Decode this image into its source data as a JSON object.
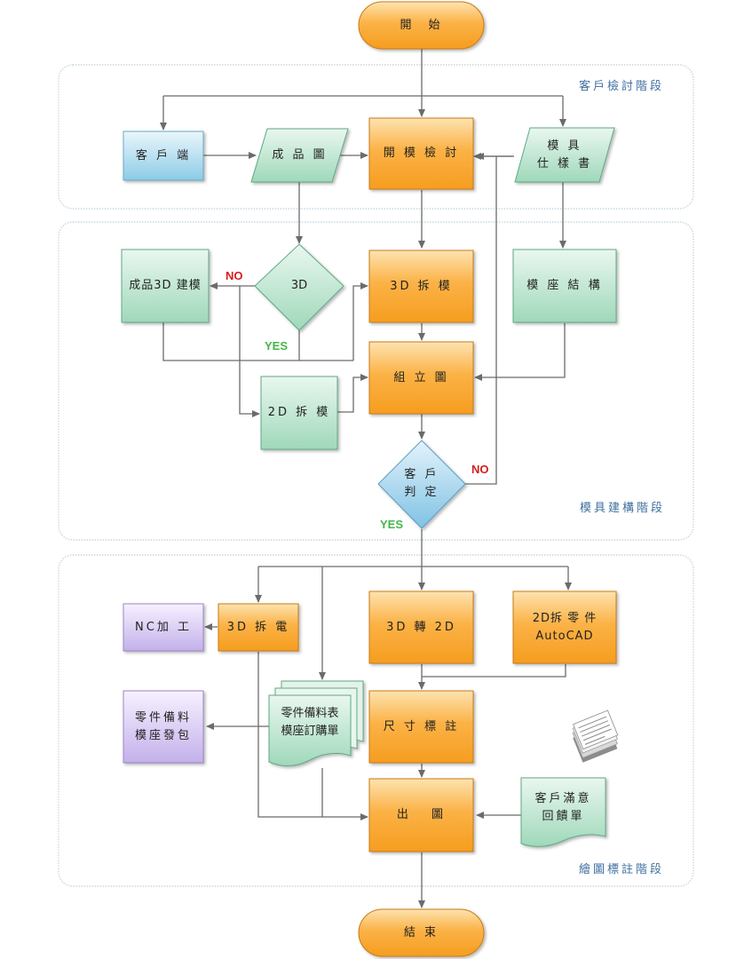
{
  "phases": {
    "review": "客戶檢討階段",
    "build": "模具建構階段",
    "drawing": "繪圖標註階段"
  },
  "terminals": {
    "start": "開　始",
    "end": "結 束"
  },
  "review": {
    "client": "客 戶 端",
    "product_drawing": "成 品 圖",
    "mold_review": "開 模 檢 討",
    "mold_spec": "模 具\n仕 樣 書"
  },
  "build": {
    "decision_3d": "3D",
    "product_3d_model": "成品3D 建模",
    "split_3d": "3D 拆 模",
    "base_structure": "模 座 結 構",
    "assembly": "組 立 圖",
    "split_2d": "2D 拆 模",
    "client_judgement": "客 戶\n判 定",
    "no_label": "NO",
    "yes_label": "YES"
  },
  "drawing": {
    "nc": "NC加 工",
    "electrode": "3D 拆 電",
    "convert_2d": "3D 轉 2D",
    "parts_2d": "2D拆 零 件\nAutoCAD",
    "parts_prep": "零件備料\n模座發包",
    "bom": "零件備料表\n模座訂購單",
    "dimensioning": "尺 寸 標 註",
    "output": "出　 圖",
    "satisfaction": "客戶滿意\n回饋單"
  }
}
